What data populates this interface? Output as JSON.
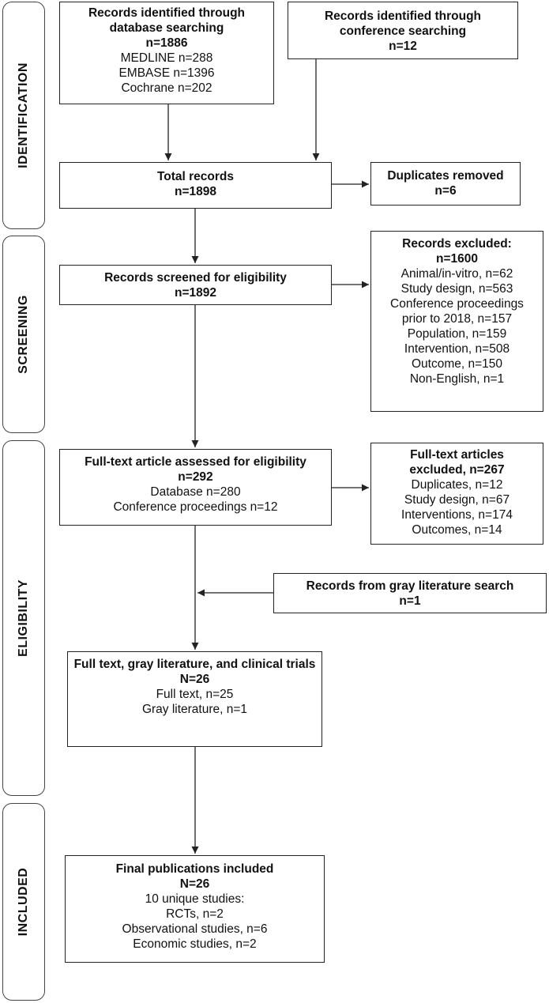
{
  "stages": [
    "IDENTIFICATION",
    "SCREENING",
    "ELIGIBILITY",
    "INCLUDED"
  ],
  "boxes": {
    "db_search": {
      "title": "Records identified through database searching",
      "count": "n=1886",
      "lines": [
        "MEDLINE n=288",
        "EMBASE n=1396",
        "Cochrane n=202"
      ]
    },
    "conf_search": {
      "title": "Records identified through conference searching",
      "count": "n=12"
    },
    "total": {
      "title": "Total records",
      "count": "n=1898"
    },
    "duplicates": {
      "title": "Duplicates removed",
      "count": "n=6"
    },
    "screened": {
      "title": "Records screened for eligibility",
      "count": "n=1892"
    },
    "excluded": {
      "title": "Records excluded:",
      "count": "n=1600",
      "lines": [
        "Animal/in-vitro, n=62",
        "Study design, n=563",
        "Conference proceedings",
        "prior to 2018, n=157",
        "Population, n=159",
        "Intervention, n=508",
        "Outcome, n=150",
        "Non-English, n=1"
      ]
    },
    "fulltext": {
      "title": "Full-text article assessed for eligibility",
      "count": "n=292",
      "lines": [
        "Database n=280",
        "Conference proceedings n=12"
      ]
    },
    "ft_excluded": {
      "title": "Full-text articles",
      "count": "excluded, n=267",
      "lines": [
        "Duplicates, n=12",
        "Study design, n=67",
        "Interventions, n=174",
        "Outcomes, n=14"
      ]
    },
    "gray": {
      "title": "Records from gray literature search",
      "count": "n=1"
    },
    "combined": {
      "title": "Full text, gray literature, and clinical trials",
      "count": "N=26",
      "lines": [
        "Full text, n=25",
        "Gray literature, n=1"
      ]
    },
    "final": {
      "title": "Final publications included",
      "count": "N=26",
      "lines": [
        "10 unique studies:",
        "RCTs, n=2",
        "Observational studies, n=6",
        "Economic studies, n=2"
      ]
    }
  }
}
